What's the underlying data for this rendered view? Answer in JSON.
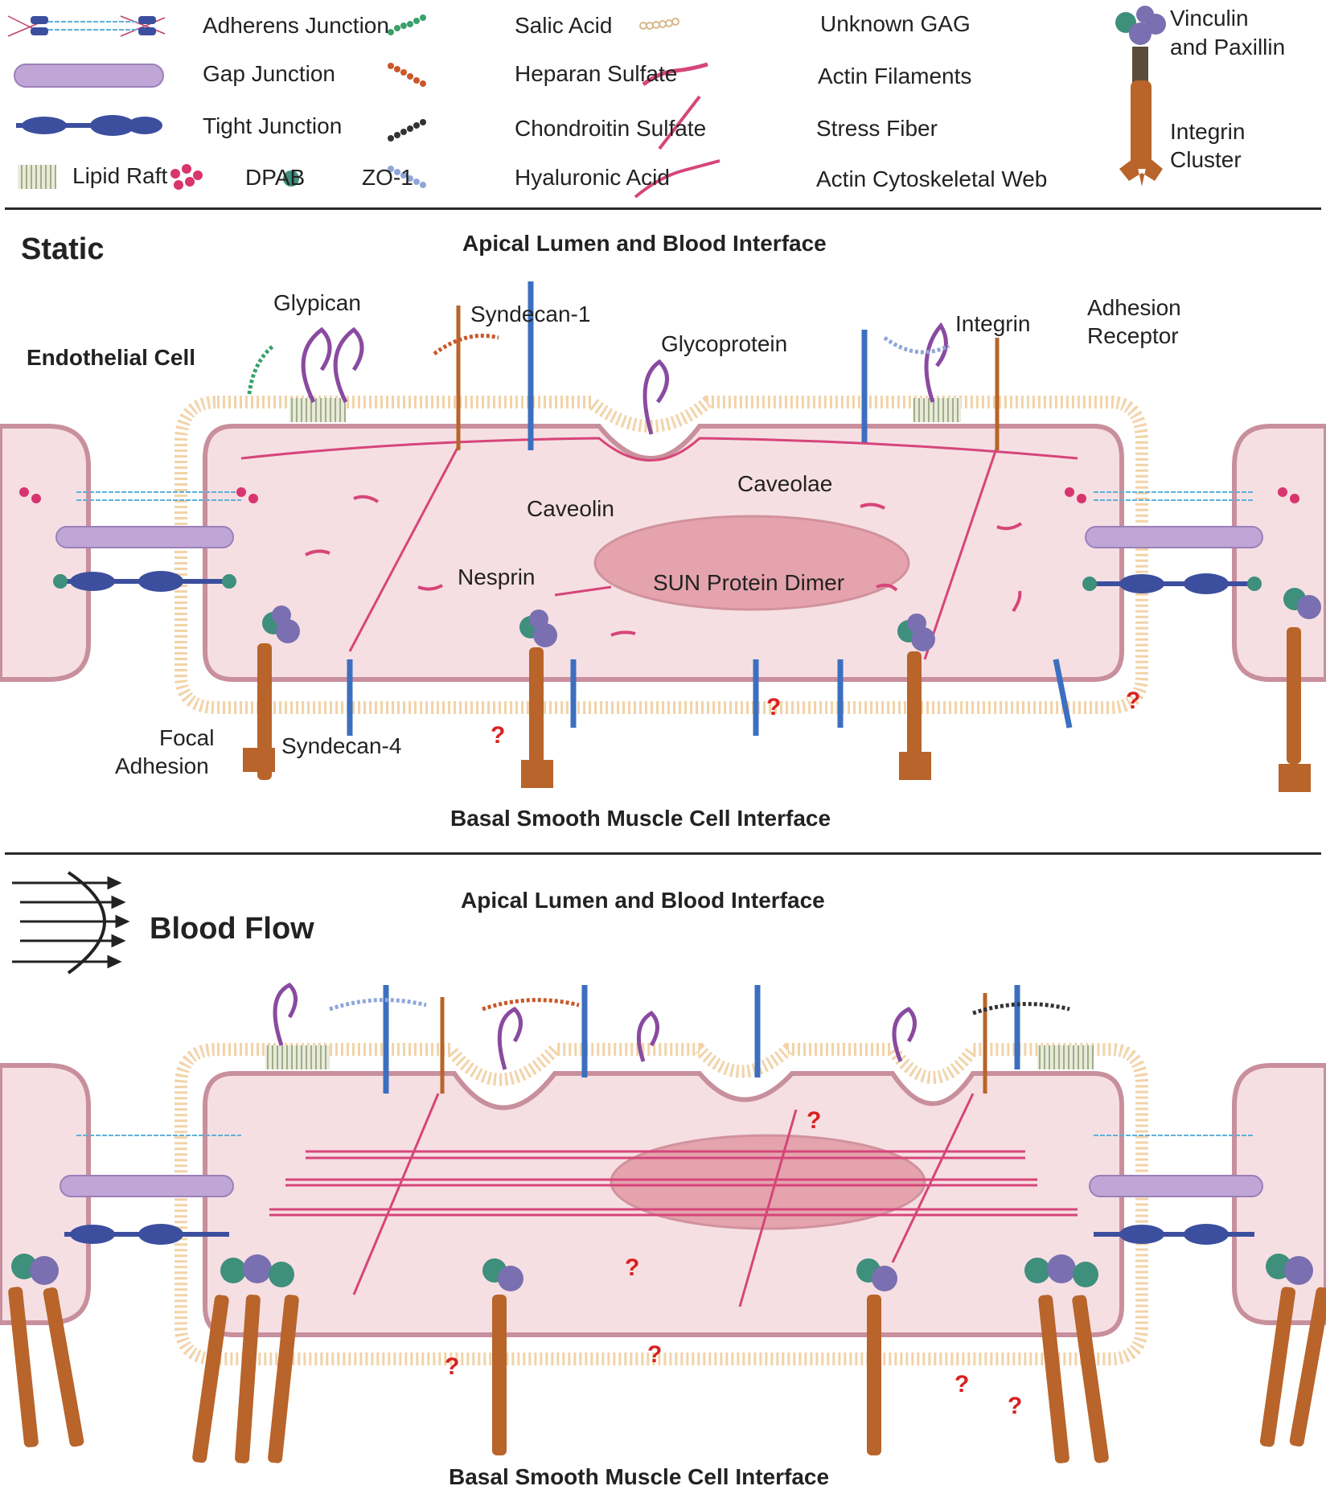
{
  "legend": {
    "adherens_junction": "Adherens Junction",
    "gap_junction": "Gap Junction",
    "tight_junction": "Tight Junction",
    "lipid_raft": "Lipid Raft",
    "dpab": "DPAB",
    "zo1": "ZO-1",
    "salic_acid": "Salic Acid",
    "heparan_sulfate": "Heparan Sulfate",
    "chondroitin_sulfate": "Chondroitin Sulfate",
    "hyaluronic_acid": "Hyaluronic Acid",
    "unknown_gag": "Unknown GAG",
    "actin_filaments": "Actin Filaments",
    "stress_fiber": "Stress Fiber",
    "actin_web": "Actin Cytoskeletal Web",
    "vinculin_line1": "Vinculin",
    "vinculin_line2": "and Paxillin",
    "integrin_cluster_line1": "Integrin",
    "integrin_cluster_line2": "Cluster"
  },
  "static_panel": {
    "title": "Static",
    "apical": "Apical Lumen and Blood Interface",
    "basal": "Basal Smooth Muscle Cell Interface",
    "endothelial_cell": "Endothelial Cell",
    "glypican": "Glypican",
    "syndecan1": "Syndecan-1",
    "glycoprotein": "Glycoprotein",
    "integrin": "Integrin",
    "adhesion_receptor_line1": "Adhesion",
    "adhesion_receptor_line2": "Receptor",
    "caveolae": "Caveolae",
    "caveolin": "Caveolin",
    "nesprin": "Nesprin",
    "sun_dimer": "SUN Protein Dimer",
    "focal_adhesion_line1": "Focal",
    "focal_adhesion_line2": "Adhesion",
    "syndecan4": "Syndecan-4",
    "question": "?"
  },
  "flow_panel": {
    "title": "Blood Flow",
    "apical": "Apical Lumen and Blood Interface",
    "basal": "Basal Smooth Muscle Cell Interface",
    "question": "?"
  },
  "colors": {
    "cell_fill": "#f6dfe3",
    "cell_border": "#c88f9c",
    "membrane": "#f2d3a8",
    "nucleus": "#e4a3ad",
    "actin": "#d6457a",
    "tight_junction": "#3c4f9e",
    "gap_junction": "#b89ccc",
    "zo1": "#3e8f7c",
    "integrin_brown": "#b8642a",
    "vinculin": "#7a6fb0",
    "heparan": "#c9582a",
    "question_red": "#d92020"
  }
}
